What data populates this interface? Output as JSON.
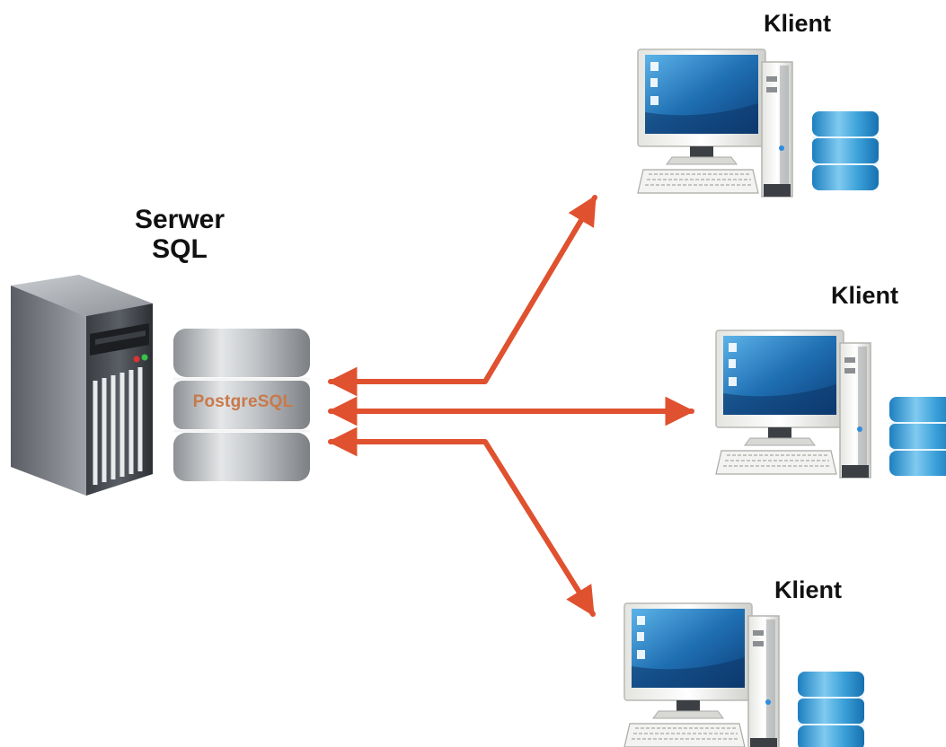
{
  "server": {
    "title_line1": "Serwer",
    "title_line2": "SQL",
    "database_label": "PostgreSQL",
    "tower_icon": "server-tower-icon",
    "database_icon": "database-cylinder-icon"
  },
  "clients": [
    {
      "title": "Klient",
      "icon": "desktop-computer-icon"
    },
    {
      "title": "Klient",
      "icon": "desktop-computer-icon"
    },
    {
      "title": "Klient",
      "icon": "desktop-computer-icon"
    }
  ],
  "colors": {
    "arrow": "#e0512f",
    "database_text": "#c8794a",
    "screen": "#1f6fb3",
    "client_db": "#3aa0d8"
  }
}
